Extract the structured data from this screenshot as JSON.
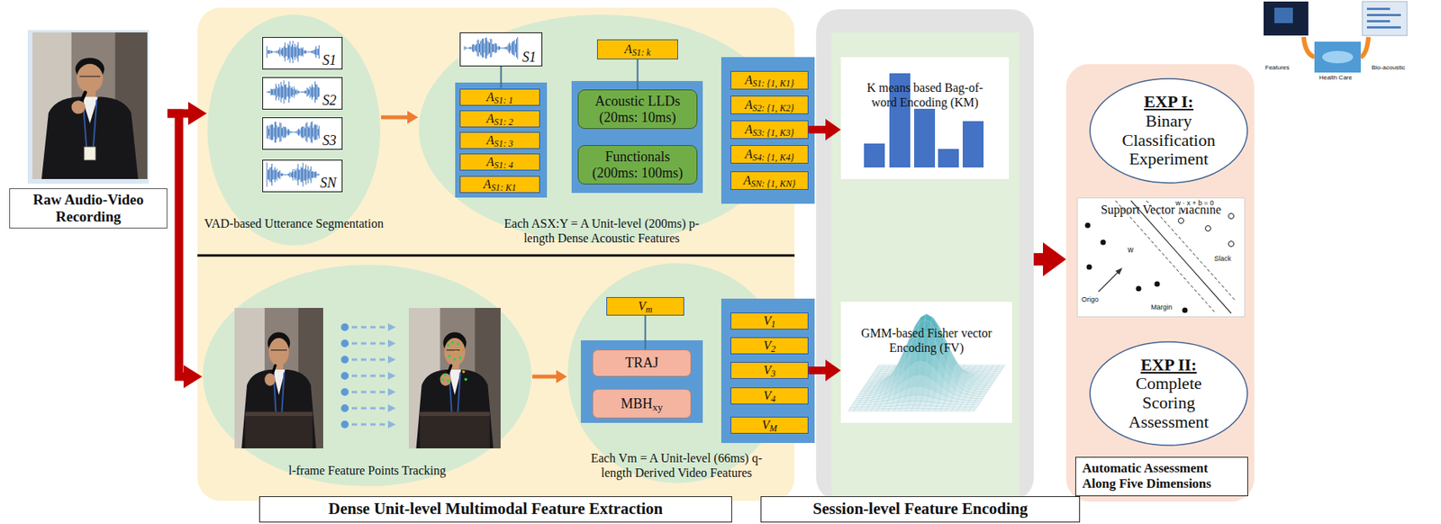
{
  "diagram": {
    "nodes": [
      {
        "text": [
          "Raw Audio-Video Recording"
        ]
      },
      {
        "text": [
          "Dense Unit-level Multimodal Feature Extraction"
        ]
      },
      {
        "text": [
          "VAD-based Utterance Segmentation"
        ],
        "in": 1
      },
      {
        "text": [
          "S1"
        ],
        "in": 2
      },
      {
        "text": [
          "S2"
        ],
        "in": 2
      },
      {
        "text": [
          "S3"
        ],
        "in": 2
      },
      {
        "text": [
          "SN"
        ],
        "in": 2
      },
      {
        "text": [
          "Each ASX:Y = A Unit-level (200ms) p-length Dense Acoustic Features"
        ],
        "in": 1
      },
      {
        "text": [
          "S1"
        ],
        "in": 7
      },
      {
        "text": [
          "AS1: 1"
        ],
        "in": 7
      },
      {
        "text": [
          "AS1: 2"
        ],
        "in": 7
      },
      {
        "text": [
          "AS1: 3"
        ],
        "in": 7
      },
      {
        "text": [
          "AS1: 4"
        ],
        "in": 7
      },
      {
        "text": [
          "AS1: K1"
        ],
        "in": 7
      },
      {
        "text": [
          "AS1: k"
        ],
        "in": 7
      },
      {
        "text": [
          "Acoustic LLDs (20ms: 10ms)"
        ],
        "in": 7
      },
      {
        "text": [
          "Functionals (200ms: 100ms)"
        ],
        "in": 7
      },
      {
        "text": [
          "AS1: {1, K1}"
        ],
        "in": 1
      },
      {
        "text": [
          "AS2: {1, K2}"
        ],
        "in": 1
      },
      {
        "text": [
          "AS3: {1, K3}"
        ],
        "in": 1
      },
      {
        "text": [
          "AS4: {1, K4}"
        ],
        "in": 1
      },
      {
        "text": [
          "ASN: {1, KN}"
        ],
        "in": 1
      },
      {
        "text": [
          "l-frame Feature Points Tracking"
        ],
        "in": 1
      },
      {
        "text": [
          "Each Vm = A Unit-level (66ms) q-length Derived Video Features"
        ],
        "in": 1
      },
      {
        "text": [
          "Vm"
        ],
        "in": 23
      },
      {
        "text": [
          "TRAJ"
        ],
        "in": 23
      },
      {
        "text": [
          "MBHxy"
        ],
        "in": 23
      },
      {
        "text": [
          "V1"
        ],
        "in": 1
      },
      {
        "text": [
          "V2"
        ],
        "in": 1
      },
      {
        "text": [
          "V3"
        ],
        "in": 1
      },
      {
        "text": [
          "V4"
        ],
        "in": 1
      },
      {
        "text": [
          "VM"
        ],
        "in": 1
      },
      {
        "text": [
          "Session-level Feature Encoding"
        ]
      },
      {
        "text": [
          "K means based Bag-of-word Encoding (KM)"
        ],
        "in": 32
      },
      {
        "text": [
          "GMM-based Fisher vector Encoding (FV)"
        ],
        "in": 32
      },
      {
        "text": [
          "Automatic Assessment Along Five Dimensions"
        ]
      },
      {
        "text": [
          "EXP I:",
          "Binary Classification Experiment"
        ],
        "in": 35
      },
      {
        "text": [
          "Support Vector Machine"
        ],
        "in": 35
      },
      {
        "text": [
          "EXP II:",
          "Complete Scoring Assessment"
        ],
        "in": 35
      }
    ],
    "edges": [
      {
        "from": 0,
        "to": 2,
        "arrow": "to"
      },
      {
        "from": 0,
        "to": 22,
        "arrow": "to"
      },
      {
        "from": 2,
        "to": 7,
        "arrow": "to"
      },
      {
        "from": 8,
        "to": 9,
        "arrow": "none"
      },
      {
        "from": 14,
        "to": 15,
        "arrow": "none"
      },
      {
        "from": 19,
        "to": 33,
        "arrow": "to"
      },
      {
        "from": 22,
        "to": 23,
        "arrow": "to"
      },
      {
        "from": 24,
        "to": 25,
        "arrow": "none"
      },
      {
        "from": 29,
        "to": 34,
        "arrow": "to"
      },
      {
        "from": 32,
        "to": 35,
        "arrow": "to"
      }
    ],
    "labels": [
      "Features",
      "Bio-acoustic",
      "Health Care",
      "w · x + b = 0",
      "w",
      "Slack",
      "Origo",
      "Margin"
    ]
  }
}
